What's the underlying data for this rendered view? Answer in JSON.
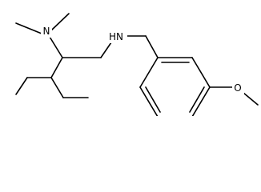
{
  "molecule": {
    "atoms": {
      "amine_n": "N",
      "secondary_nh": "HN",
      "ether_o": "O"
    },
    "colors": {
      "bond": "#000000",
      "label": "#000000",
      "background": "#ffffff"
    }
  }
}
